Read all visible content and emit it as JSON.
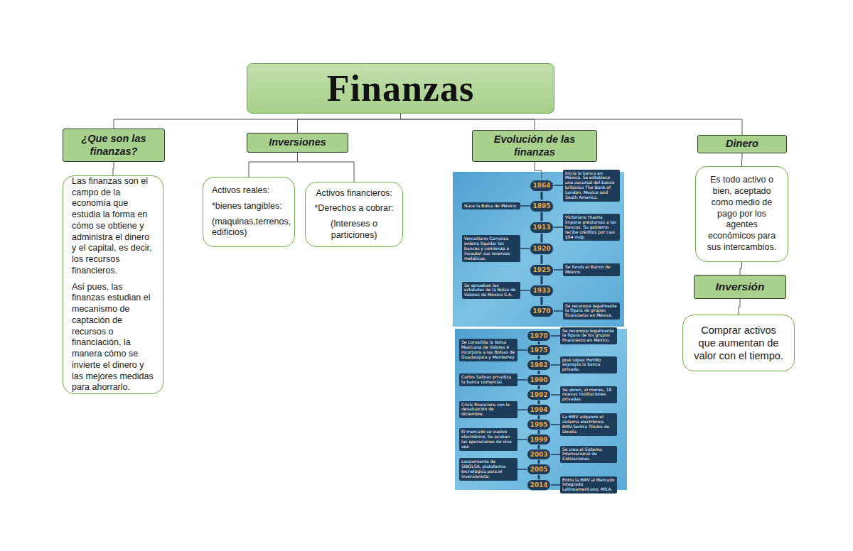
{
  "diagram": {
    "nodes": [
      {
        "text": [
          "Finanzas"
        ]
      },
      {
        "text": [
          "¿Que son las finanzas?"
        ]
      },
      {
        "text": [
          "Inversiones"
        ]
      },
      {
        "text": [
          "Evolución de las finanzas"
        ]
      },
      {
        "text": [
          "Dinero"
        ]
      },
      {
        "text": [
          "Las finanzas son el campo de la economía que estudia la forma en cómo se obtiene y administra el dinero y el capital, es decir, los recursos financieros.",
          "Así pues, las finanzas estudian el mecanismo de captación de recursos o financiación, la manera cómo se invierte el dinero y las mejores medidas para ahorrarlo."
        ]
      },
      {
        "text": [
          "Activos reales:",
          "*bienes tangibles:",
          "(maquinas,terrenos, edificios)"
        ]
      },
      {
        "text": [
          "Activos financieros:",
          "*Derechos a cobrar:",
          "(Intereses o particiones)"
        ]
      },
      {
        "text": [
          "1864"
        ]
      },
      {
        "text": [
          "Inicia la banca en México. Se establece una sucursal del banco británico The Bank of London, Mexico and South America."
        ]
      },
      {
        "text": [
          "1895"
        ]
      },
      {
        "text": [
          "Nace la Bolsa de México."
        ]
      },
      {
        "text": [
          "1913"
        ]
      },
      {
        "text": [
          "Victoriano Huerta impone préstamos a los bancos. Su gobierno recibe créditos por casi $64 mdp."
        ]
      },
      {
        "text": [
          "1920"
        ]
      },
      {
        "text": [
          "Venustiano Carranza ordena liquidar los bancos y comienza a incautar sus reservas metálicas."
        ]
      },
      {
        "text": [
          "1925"
        ]
      },
      {
        "text": [
          "Se funda el Banco de México."
        ]
      },
      {
        "text": [
          "1933"
        ]
      },
      {
        "text": [
          "Se aprueban los estatutos de la Bolsa de Valores de México S.A."
        ]
      },
      {
        "text": [
          "1970"
        ]
      },
      {
        "text": [
          "Se reconoce legalmente la figura de grupos financieros en México."
        ]
      },
      {
        "text": [
          "1970"
        ]
      },
      {
        "text": [
          "Se reconoce legalmente la figura de los grupos financieros en México."
        ]
      },
      {
        "text": [
          "1975"
        ]
      },
      {
        "text": [
          "Se consolida la Bolsa Mexicana de Valores e incorpora a las Bolsas de Guadalajara y Monterrey."
        ]
      },
      {
        "text": [
          "1982"
        ]
      },
      {
        "text": [
          "José López Portillo expropia la banca privada."
        ]
      },
      {
        "text": [
          "1990"
        ]
      },
      {
        "text": [
          "Carlos Salinas privatiza la banca comercial."
        ]
      },
      {
        "text": [
          "1992"
        ]
      },
      {
        "text": [
          "Se abren, al menos, 18 nuevas instituciones privadas."
        ]
      },
      {
        "text": [
          "1994"
        ]
      },
      {
        "text": [
          "Crisis financiera con la devaluación de diciembre."
        ]
      },
      {
        "text": [
          "1995"
        ]
      },
      {
        "text": [
          "La BMV adquiere el sistema electrónico BMV-Sentra Títulos de Deuda."
        ]
      },
      {
        "text": [
          "1999"
        ]
      },
      {
        "text": [
          "El mercado se vuelve electrónico. Se acaban las operaciones de viva voz."
        ]
      },
      {
        "text": [
          "2003"
        ]
      },
      {
        "text": [
          "Se crea el Sistema Internacional de Cotizaciones."
        ]
      },
      {
        "text": [
          "2005"
        ]
      },
      {
        "text": [
          "Lanzamiento de SIBOLSA, plataforma tecnológica para el inversionista."
        ]
      },
      {
        "text": [
          "2014"
        ]
      },
      {
        "text": [
          "Entra la BMV al Mercado Integrado Latinoamericano, MILA."
        ]
      },
      {
        "text": [
          "Es todo activo o bien, aceptado como medio de pago por los agentes económicos para sus intercambios."
        ]
      },
      {
        "text": [
          "Inversión"
        ]
      },
      {
        "text": [
          "Comprar activos que aumentan de valor con el tiempo."
        ]
      }
    ],
    "edges": [
      {
        "from": 0,
        "to": 1,
        "arrow": "none"
      },
      {
        "from": 0,
        "to": 2,
        "arrow": "none"
      },
      {
        "from": 0,
        "to": 3,
        "arrow": "none"
      },
      {
        "from": 0,
        "to": 4,
        "arrow": "none"
      },
      {
        "from": 1,
        "to": 5,
        "arrow": "none"
      },
      {
        "from": 2,
        "to": 6,
        "arrow": "none"
      },
      {
        "from": 2,
        "to": 7,
        "arrow": "none"
      },
      {
        "from": 3,
        "to": 8,
        "arrow": "none"
      },
      {
        "from": 8,
        "to": 10,
        "arrow": "none"
      },
      {
        "from": 10,
        "to": 12,
        "arrow": "none"
      },
      {
        "from": 12,
        "to": 14,
        "arrow": "none"
      },
      {
        "from": 14,
        "to": 16,
        "arrow": "none"
      },
      {
        "from": 16,
        "to": 18,
        "arrow": "none"
      },
      {
        "from": 18,
        "to": 20,
        "arrow": "none"
      },
      {
        "from": 9,
        "to": 8,
        "arrow": "none"
      },
      {
        "from": 11,
        "to": 10,
        "arrow": "none"
      },
      {
        "from": 13,
        "to": 12,
        "arrow": "none"
      },
      {
        "from": 15,
        "to": 14,
        "arrow": "none"
      },
      {
        "from": 17,
        "to": 16,
        "arrow": "none"
      },
      {
        "from": 19,
        "to": 18,
        "arrow": "none"
      },
      {
        "from": 21,
        "to": 20,
        "arrow": "none"
      },
      {
        "from": 22,
        "to": 24,
        "arrow": "none"
      },
      {
        "from": 24,
        "to": 26,
        "arrow": "none"
      },
      {
        "from": 26,
        "to": 28,
        "arrow": "none"
      },
      {
        "from": 28,
        "to": 30,
        "arrow": "none"
      },
      {
        "from": 30,
        "to": 32,
        "arrow": "none"
      },
      {
        "from": 32,
        "to": 34,
        "arrow": "none"
      },
      {
        "from": 34,
        "to": 36,
        "arrow": "none"
      },
      {
        "from": 36,
        "to": 38,
        "arrow": "none"
      },
      {
        "from": 38,
        "to": 40,
        "arrow": "none"
      },
      {
        "from": 40,
        "to": 42,
        "arrow": "none"
      },
      {
        "from": 23,
        "to": 22,
        "arrow": "none"
      },
      {
        "from": 25,
        "to": 24,
        "arrow": "none"
      },
      {
        "from": 27,
        "to": 26,
        "arrow": "none"
      },
      {
        "from": 29,
        "to": 28,
        "arrow": "none"
      },
      {
        "from": 31,
        "to": 30,
        "arrow": "none"
      },
      {
        "from": 33,
        "to": 32,
        "arrow": "none"
      },
      {
        "from": 35,
        "to": 34,
        "arrow": "none"
      },
      {
        "from": 37,
        "to": 36,
        "arrow": "none"
      },
      {
        "from": 39,
        "to": 38,
        "arrow": "none"
      },
      {
        "from": 41,
        "to": 40,
        "arrow": "none"
      },
      {
        "from": 43,
        "to": 42,
        "arrow": "none"
      },
      {
        "from": 4,
        "to": 44,
        "arrow": "none"
      },
      {
        "from": 44,
        "to": 45,
        "arrow": "none"
      },
      {
        "from": 45,
        "to": 46,
        "arrow": "none"
      }
    ]
  }
}
